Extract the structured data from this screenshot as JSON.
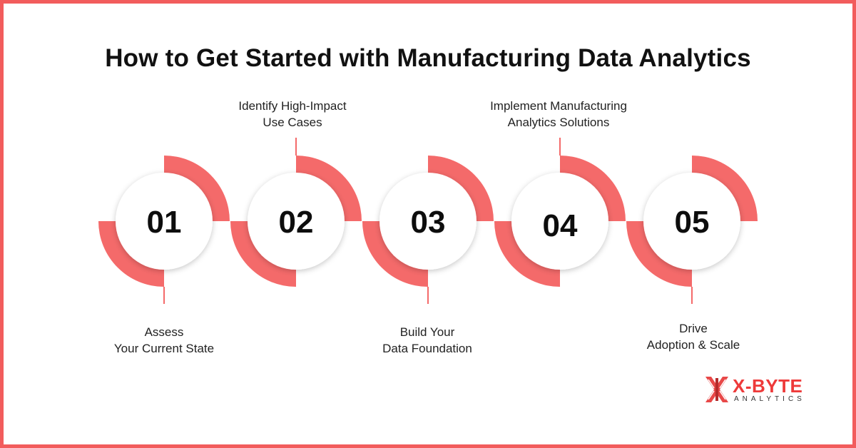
{
  "title": "How to Get Started with Manufacturing Data Analytics",
  "colors": {
    "accent": "#f46a6a",
    "border": "#f25c5c",
    "text": "#111111"
  },
  "steps": [
    {
      "number": "01",
      "label_line1": "Assess",
      "label_line2": "Your Current State"
    },
    {
      "number": "02",
      "label_line1": "Identify High-Impact",
      "label_line2": "Use Cases"
    },
    {
      "number": "03",
      "label_line1": "Build Your",
      "label_line2": "Data Foundation"
    },
    {
      "number": "04",
      "label_line1": "Implement Manufacturing",
      "label_line2": "Analytics Solutions"
    },
    {
      "number": "05",
      "label_line1": "Drive",
      "label_line2": "Adoption & Scale"
    }
  ],
  "logo": {
    "name": "X-BYTE",
    "sub": "ANALYTICS",
    "icon": "x-byte-logo-icon"
  }
}
